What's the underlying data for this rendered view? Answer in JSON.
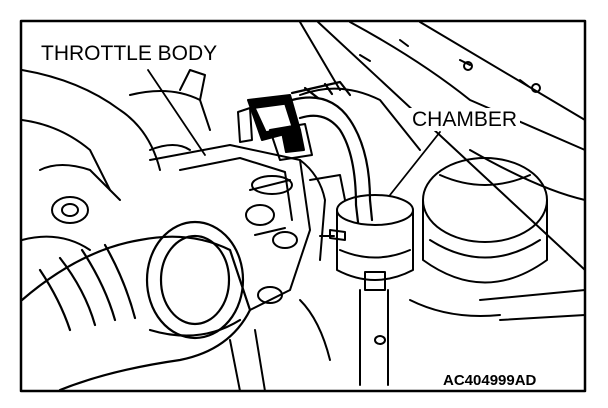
{
  "labels": {
    "throttle_body": "THROTTLE BODY",
    "chamber": "CHAMBER",
    "figure_code": "AC404999AD"
  },
  "colors": {
    "line": "#000000",
    "background": "#ffffff"
  }
}
